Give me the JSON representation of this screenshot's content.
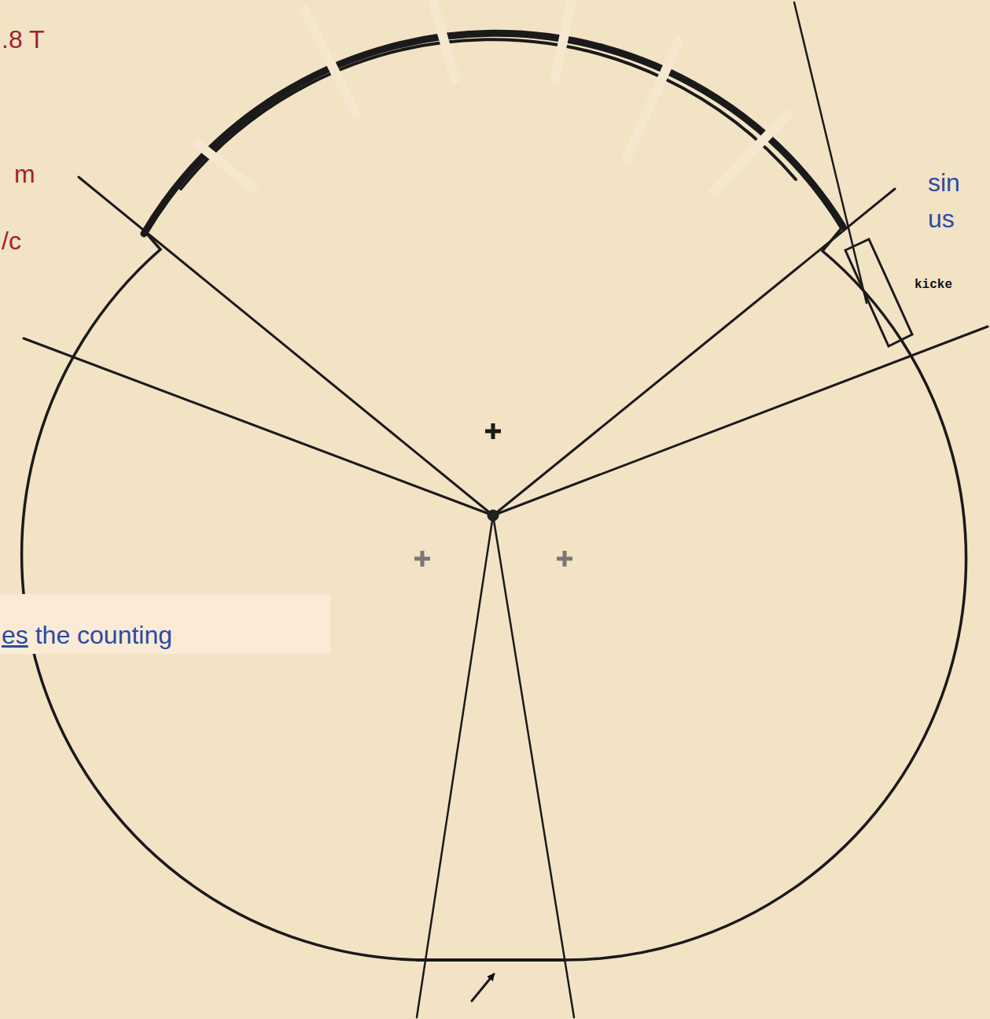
{
  "diagram": {
    "nodes": [
      {
        "text": [
          "es the counting"
        ]
      }
    ],
    "labels": [
      ".8 T",
      "m",
      "/c",
      "sin",
      "us",
      "kicke"
    ]
  }
}
